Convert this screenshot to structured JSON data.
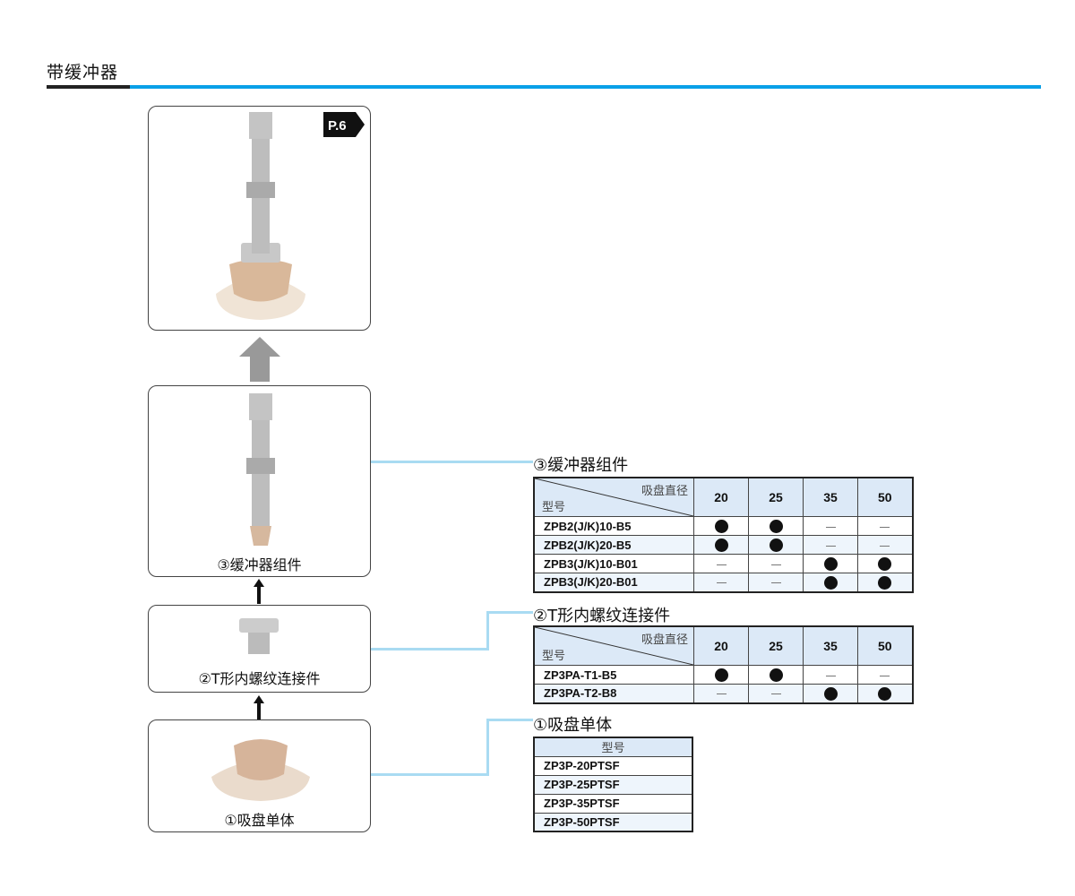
{
  "title": "带缓冲器",
  "page_ref": "P.6",
  "boxes": {
    "buffer_assembly": "③缓冲器组件",
    "t_connector": "②T形内螺纹连接件",
    "pad": "①吸盘单体"
  },
  "diag_header": {
    "top": "吸盘直径",
    "bottom": "型号"
  },
  "sizes": [
    "20",
    "25",
    "35",
    "50"
  ],
  "table_buffer": {
    "title": "③缓冲器组件",
    "rows": [
      {
        "model": "ZPB2(J/K)10-B5",
        "avail": [
          true,
          true,
          false,
          false
        ]
      },
      {
        "model": "ZPB2(J/K)20-B5",
        "avail": [
          true,
          true,
          false,
          false
        ]
      },
      {
        "model": "ZPB3(J/K)10-B01",
        "avail": [
          false,
          false,
          true,
          true
        ]
      },
      {
        "model": "ZPB3(J/K)20-B01",
        "avail": [
          false,
          false,
          true,
          true
        ]
      }
    ]
  },
  "table_connector": {
    "title": "②T形内螺纹连接件",
    "rows": [
      {
        "model": "ZP3PA-T1-B5",
        "avail": [
          true,
          true,
          false,
          false
        ]
      },
      {
        "model": "ZP3PA-T2-B8",
        "avail": [
          false,
          false,
          true,
          true
        ]
      }
    ]
  },
  "table_pad": {
    "title": "①吸盘单体",
    "header": "型号",
    "rows": [
      "ZP3P-20PTSF",
      "ZP3P-25PTSF",
      "ZP3P-35PTSF",
      "ZP3P-50PTSF"
    ]
  }
}
